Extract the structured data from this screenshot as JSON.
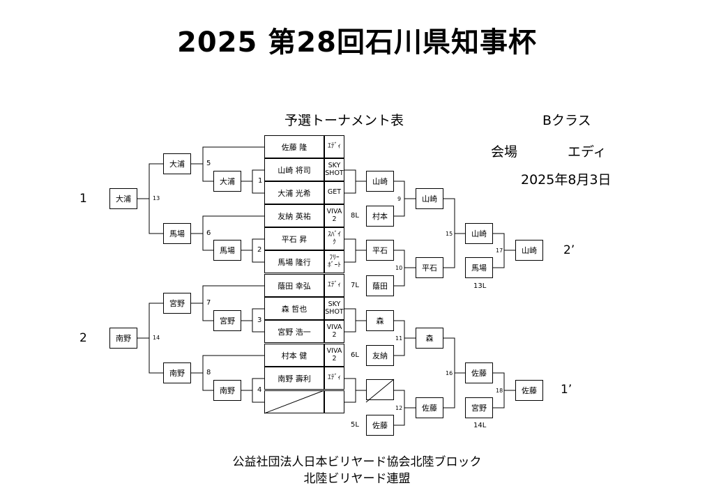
{
  "title": "2025 第28回石川県知事杯",
  "subtitle": "予選トーナメント表",
  "class_label": "Bクラス",
  "venue_label": "会場",
  "venue_name": "エディ",
  "date": "2025年8月3日",
  "players": [
    {
      "name": "佐藤 隆",
      "venue": "ｴﾃﾞｨ"
    },
    {
      "name": "山崎 将司",
      "venue": "SKY\nSHOT"
    },
    {
      "name": "大浦 光希",
      "venue": "GET"
    },
    {
      "name": "友納 英祐",
      "venue": "VIVA\n2"
    },
    {
      "name": "平石 昇",
      "venue": "ｽﾊﾞｲ\nｸ"
    },
    {
      "name": "馬場 隆行",
      "venue": "ﾌﾘｰ\nﾎﾞｰﾄ"
    },
    {
      "name": "蔭田 幸弘",
      "venue": "ｴﾃﾞｨ"
    },
    {
      "name": "森 哲也",
      "venue": "SKY\nSHOT"
    },
    {
      "name": "宮野 浩一",
      "venue": "VIVA\n2"
    },
    {
      "name": "村本 健",
      "venue": "VIVA\n2"
    },
    {
      "name": "南野 壽利",
      "venue": "ｴﾃﾞｨ"
    },
    {
      "name": "",
      "venue": ""
    }
  ],
  "left_bracket": {
    "r1": [
      "大浦",
      "馬場",
      "宮野",
      "南野"
    ],
    "r2": [
      "大浦",
      "馬場",
      "宮野",
      "南野"
    ],
    "r3": [
      "大浦",
      "南野"
    ],
    "match_numbers": [
      "1",
      "2",
      "3",
      "4",
      "5",
      "6",
      "7",
      "8",
      "13",
      "14"
    ],
    "side_numbers": [
      "1",
      "2"
    ]
  },
  "right_bracket": {
    "r1": [
      "山崎",
      "村本",
      "平石",
      "蔭田",
      "森",
      "友納",
      "",
      "佐藤"
    ],
    "r2": [
      "山崎",
      "平石",
      "森",
      "佐藤"
    ],
    "r3": [
      "山崎",
      "馬場",
      "佐藤",
      "宮野"
    ],
    "finals": [
      "山崎",
      "佐藤"
    ],
    "match_numbers": [
      "9",
      "10",
      "11",
      "12",
      "15",
      "16",
      "17",
      "18"
    ],
    "loser_labels": [
      "8L",
      "7L",
      "6L",
      "5L",
      "13L",
      "14L"
    ],
    "side_numbers": [
      "2’",
      "1’"
    ]
  },
  "footer": [
    "公益社団法人日本ビリヤード協会北陸ブロック",
    "北陸ビリヤード連盟"
  ]
}
